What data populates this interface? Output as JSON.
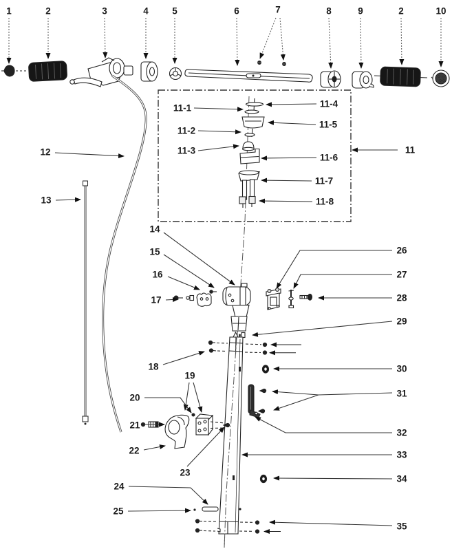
{
  "colors": {
    "ink": "#1a1a1a",
    "paper": "#ffffff",
    "line": "#333333"
  },
  "labels": [
    {
      "id": "1",
      "text": "1"
    },
    {
      "id": "2-left",
      "text": "2"
    },
    {
      "id": "3",
      "text": "3"
    },
    {
      "id": "4",
      "text": "4"
    },
    {
      "id": "5",
      "text": "5"
    },
    {
      "id": "6",
      "text": "6"
    },
    {
      "id": "7",
      "text": "7"
    },
    {
      "id": "8",
      "text": "8"
    },
    {
      "id": "9",
      "text": "9"
    },
    {
      "id": "2-right",
      "text": "2"
    },
    {
      "id": "10",
      "text": "10"
    },
    {
      "id": "11-1",
      "text": "11-1"
    },
    {
      "id": "11-2",
      "text": "11-2"
    },
    {
      "id": "11-3",
      "text": "11-3"
    },
    {
      "id": "11-4",
      "text": "11-4"
    },
    {
      "id": "11-5",
      "text": "11-5"
    },
    {
      "id": "11-6",
      "text": "11-6"
    },
    {
      "id": "11-7",
      "text": "11-7"
    },
    {
      "id": "11-8",
      "text": "11-8"
    },
    {
      "id": "11",
      "text": "11"
    },
    {
      "id": "12",
      "text": "12"
    },
    {
      "id": "13",
      "text": "13"
    },
    {
      "id": "14",
      "text": "14"
    },
    {
      "id": "15",
      "text": "15"
    },
    {
      "id": "16",
      "text": "16"
    },
    {
      "id": "17",
      "text": "17"
    },
    {
      "id": "18",
      "text": "18"
    },
    {
      "id": "19",
      "text": "19"
    },
    {
      "id": "20",
      "text": "20"
    },
    {
      "id": "21",
      "text": "21"
    },
    {
      "id": "22",
      "text": "22"
    },
    {
      "id": "23",
      "text": "23"
    },
    {
      "id": "24",
      "text": "24"
    },
    {
      "id": "25",
      "text": "25"
    },
    {
      "id": "26",
      "text": "26"
    },
    {
      "id": "27",
      "text": "27"
    },
    {
      "id": "28",
      "text": "28"
    },
    {
      "id": "29",
      "text": "29"
    },
    {
      "id": "30",
      "text": "30"
    },
    {
      "id": "31",
      "text": "31"
    },
    {
      "id": "32",
      "text": "32"
    },
    {
      "id": "33",
      "text": "33"
    },
    {
      "id": "34",
      "text": "34"
    },
    {
      "id": "35",
      "text": "35"
    }
  ]
}
